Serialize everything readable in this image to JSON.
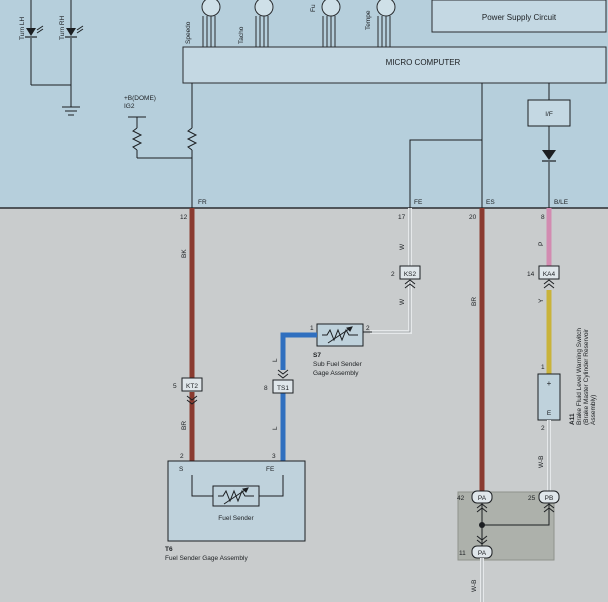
{
  "header": {
    "power_supply": "Power Supply Circuit",
    "micro_computer": "MICRO COMPUTER",
    "turn_lh": "Turn LH",
    "turn_rh": "Turn RH",
    "gauges": [
      "Speedo",
      "Tacho",
      "Fu",
      "Tempe"
    ],
    "dome_label": "+B(DOME)",
    "ig2_label": "IG2",
    "if_label": "I/F"
  },
  "terminals": {
    "fr": "FR",
    "fe": "FE",
    "es": "ES",
    "ble": "B/LE",
    "pin_fr": "12",
    "pin_fe": "17",
    "pin_es": "20",
    "pin_ble": "8"
  },
  "wire_colors": {
    "bk": "BK",
    "br": "BR",
    "w": "W",
    "p": "P",
    "y": "Y",
    "l": "L",
    "wb": "W-B"
  },
  "connectors": {
    "kt2": "KT2",
    "kt2_pin": "5",
    "ts1": "TS1",
    "ts1_pin": "8",
    "ks2": "KS2",
    "ks2_pin": "2",
    "ka4": "KA4",
    "ka4_pin": "14",
    "pa": "PA",
    "pa_pin_top": "42",
    "pa_pin_bot": "11",
    "pb": "PB",
    "pb_pin": "25"
  },
  "components": {
    "s7_code": "S7",
    "s7_name_1": "Sub Fuel Sender",
    "s7_name_2": "Gage Assembly",
    "s7_pin_left": "1",
    "s7_pin_right": "2",
    "t6_code": "T6",
    "t6_name": "Fuel Sender Gage Assembly",
    "fuel_sender": "Fuel Sender",
    "t6_pin_s": "S",
    "t6_pin_fe": "FE",
    "t6_pin_2": "2",
    "t6_pin_3": "3",
    "a11_code": "A11",
    "a11_name_1": "Brake Fluid Level Warning Switch",
    "a11_name_2": "(Brake Master Cylinder Reservoir",
    "a11_name_3": "Assembly)",
    "a11_plus": "+",
    "a11_e": "E",
    "a11_pin_1": "1",
    "a11_pin_2": "2"
  },
  "colors": {
    "top_panel": "#b6cfdc",
    "bottom_panel": "#c9cccd",
    "wire_red": "#8a3b30",
    "wire_blue": "#2f6fbf",
    "wire_pink": "#d28bb1",
    "wire_yellow": "#c9b33a",
    "box_fill": "#bfd2dc",
    "gray_box": "#adb1ab"
  }
}
